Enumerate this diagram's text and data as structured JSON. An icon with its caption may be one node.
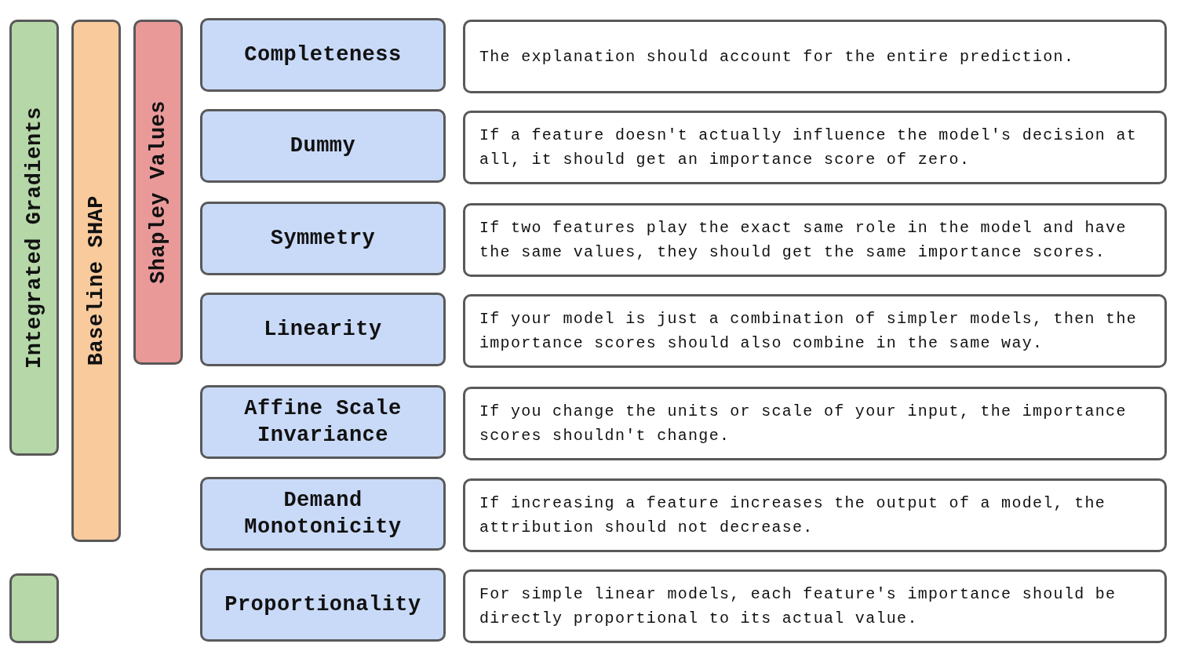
{
  "diagram": {
    "nodes": [
      {
        "text": [
          "Integrated Gradients"
        ]
      },
      {
        "text": [
          "Baseline SHAP"
        ]
      },
      {
        "text": [
          "Shapley Values"
        ]
      },
      {
        "text": [
          "Completeness"
        ]
      },
      {
        "text": [
          "The explanation should account for the entire prediction."
        ]
      },
      {
        "text": [
          "Dummy"
        ]
      },
      {
        "text": [
          "If a feature doesn't actually influence the model's decision at all, it should get an importance score of zero."
        ]
      },
      {
        "text": [
          "Symmetry"
        ]
      },
      {
        "text": [
          "If two features play the exact same role in the model and have the same values, they should get the same importance scores."
        ]
      },
      {
        "text": [
          "Linearity"
        ]
      },
      {
        "text": [
          "If your model is just a combination of simpler models, then the importance scores should also combine in the same way."
        ]
      },
      {
        "text": [
          "Affine Scale Invariance"
        ]
      },
      {
        "text": [
          "If you change the units or scale of your input, the importance scores shouldn't change."
        ]
      },
      {
        "text": [
          "Demand Monotonicity"
        ]
      },
      {
        "text": [
          "If increasing a feature increases the output of a model, the attribution should not decrease."
        ]
      },
      {
        "text": [],
        "shape": "box"
      },
      {
        "text": [
          "Proportionality"
        ]
      },
      {
        "text": [
          "For simple linear models, each feature's importance should be directly proportional to its actual value."
        ]
      }
    ]
  }
}
